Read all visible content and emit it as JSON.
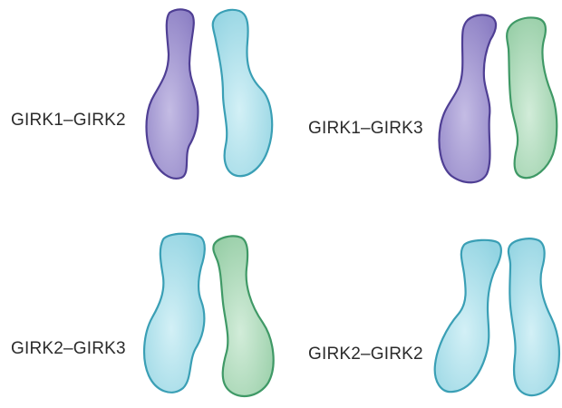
{
  "dimers": [
    {
      "label": "GIRK1–GIRK2",
      "left_subunit": "GIRK1",
      "right_subunit": "GIRK2"
    },
    {
      "label": "GIRK1–GIRK3",
      "left_subunit": "GIRK1",
      "right_subunit": "GIRK3"
    },
    {
      "label": "GIRK2–GIRK3",
      "left_subunit": "GIRK2",
      "right_subunit": "GIRK3"
    },
    {
      "label": "GIRK2–GIRK2",
      "left_subunit": "GIRK2",
      "right_subunit": "GIRK2"
    }
  ],
  "colors": {
    "GIRK1": {
      "fill": "#9f93cf",
      "light": "#c4bce4",
      "stroke": "#4f3f94"
    },
    "GIRK2": {
      "fill": "#a6dfea",
      "light": "#d3f0f6",
      "stroke": "#3a9fb5"
    },
    "GIRK3": {
      "fill": "#aad8b8",
      "light": "#d2ecd9",
      "stroke": "#3f9966"
    }
  }
}
